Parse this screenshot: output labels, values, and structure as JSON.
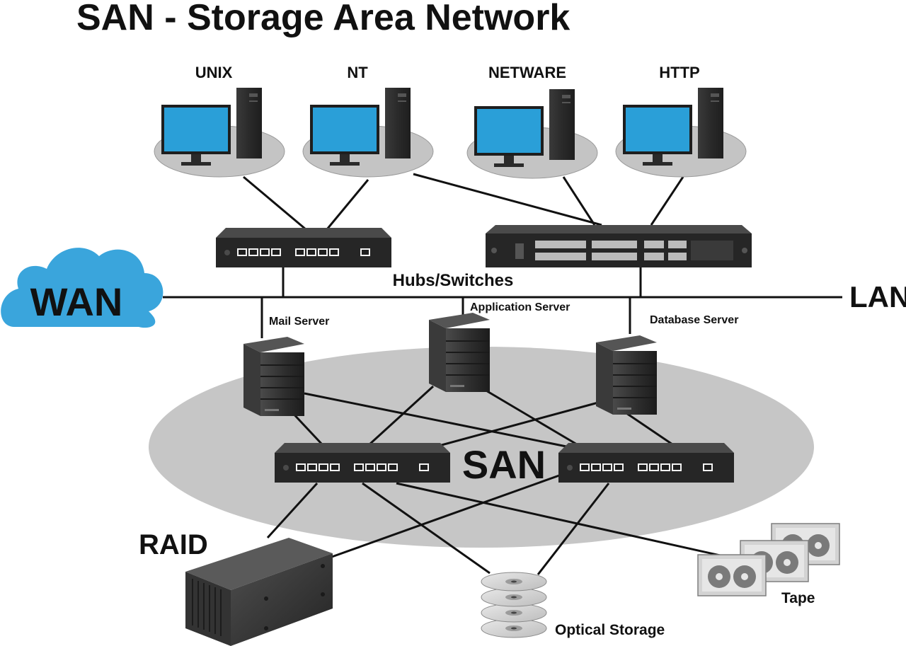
{
  "title": "SAN - Storage Area Network",
  "clients": [
    {
      "label": "UNIX"
    },
    {
      "label": "NT"
    },
    {
      "label": "NETWARE"
    },
    {
      "label": "HTTP"
    }
  ],
  "hubs_label": "Hubs/Switches",
  "wan_label": "WAN",
  "lan_label": "LAN",
  "servers": [
    {
      "label": "Mail Server"
    },
    {
      "label": "Application Server"
    },
    {
      "label": "Database Server"
    }
  ],
  "san_label": "SAN",
  "storage": {
    "raid_label": "RAID",
    "optical_label": "Optical Storage",
    "tape_label": "Tape"
  },
  "colors": {
    "monitor_screen": "#2a9fd8",
    "wan_cloud": "#3aa5dc",
    "device_dark": "#2b2b2b",
    "san_zone": "#c6c6c6",
    "client_pad": "#c4c4c4"
  }
}
